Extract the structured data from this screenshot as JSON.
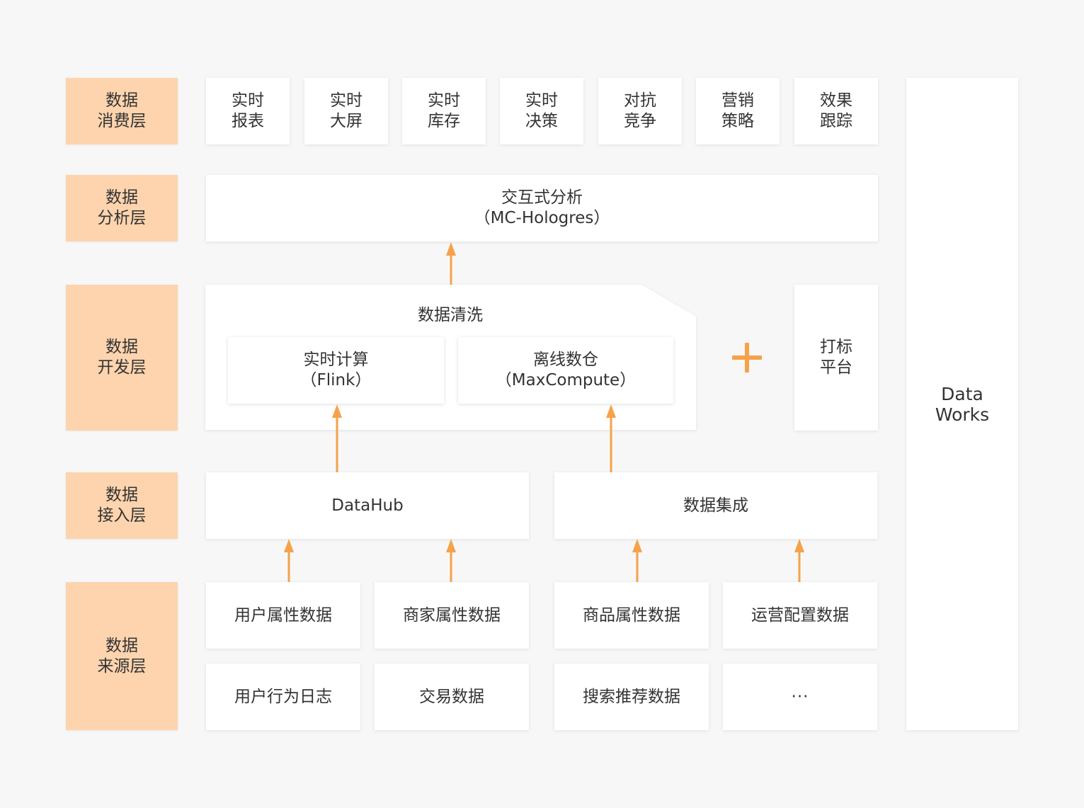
{
  "colors": {
    "background": "#f7f7f7",
    "layer_label": "#fdd4ae",
    "box": "#ffffff",
    "arrow": "#f5a24a",
    "text": "#333333"
  },
  "layers": [
    {
      "line1": "数据",
      "line2": "消费层"
    },
    {
      "line1": "数据",
      "line2": "分析层"
    },
    {
      "line1": "数据",
      "line2": "开发层"
    },
    {
      "line1": "数据",
      "line2": "接入层"
    },
    {
      "line1": "数据",
      "line2": "来源层"
    }
  ],
  "consumption": [
    {
      "line1": "实时",
      "line2": "报表"
    },
    {
      "line1": "实时",
      "line2": "大屏"
    },
    {
      "line1": "实时",
      "line2": "库存"
    },
    {
      "line1": "实时",
      "line2": "决策"
    },
    {
      "line1": "对抗",
      "line2": "竞争"
    },
    {
      "line1": "营销",
      "line2": "策略"
    },
    {
      "line1": "效果",
      "line2": "跟踪"
    }
  ],
  "analysis": {
    "line1": "交互式分析",
    "line2": "（MC-Hologres）"
  },
  "development": {
    "title": "数据清洗",
    "realtime": {
      "line1": "实时计算",
      "line2": "（Flink）"
    },
    "offline": {
      "line1": "离线数仓",
      "line2": "（MaxCompute）"
    },
    "tagging": {
      "line1": "打标",
      "line2": "平台"
    }
  },
  "access": {
    "datahub": "DataHub",
    "integration": "数据集成"
  },
  "sources": [
    "用户属性数据",
    "商家属性数据",
    "商品属性数据",
    "运营配置数据",
    "用户行为日志",
    "交易数据",
    "搜索推荐数据",
    "···"
  ],
  "dataworks": {
    "line1": "Data",
    "line2": "Works"
  },
  "icons": {
    "plus": "plus-icon",
    "arrow": "arrow-up-icon"
  }
}
